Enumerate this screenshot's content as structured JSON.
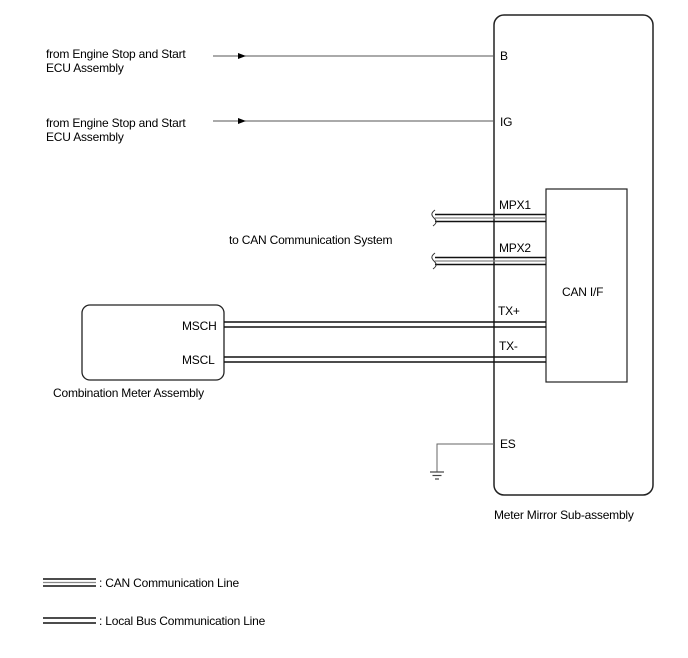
{
  "sources": [
    {
      "label_line1": "from Engine Stop and Start",
      "label_line2": "ECU Assembly",
      "terminal": "B"
    },
    {
      "label_line1": "from Engine Stop and Start",
      "label_line2": "ECU Assembly",
      "terminal": "IG"
    }
  ],
  "can_system": {
    "label": "to CAN Communication System",
    "terminals": [
      "MPX1",
      "MPX2"
    ]
  },
  "local_bus": {
    "terminals": [
      "TX+",
      "TX-"
    ]
  },
  "meter_mirror": {
    "name": "Meter Mirror Sub-assembly",
    "interface": "CAN I/F",
    "ground_terminal": "ES"
  },
  "combination_meter": {
    "name": "Combination Meter Assembly",
    "terminals": [
      "MSCH",
      "MSCL"
    ]
  },
  "legend": [
    {
      "kind": "can",
      "label": ": CAN Communication Line"
    },
    {
      "kind": "local",
      "label": ": Local Bus Communication Line"
    }
  ]
}
